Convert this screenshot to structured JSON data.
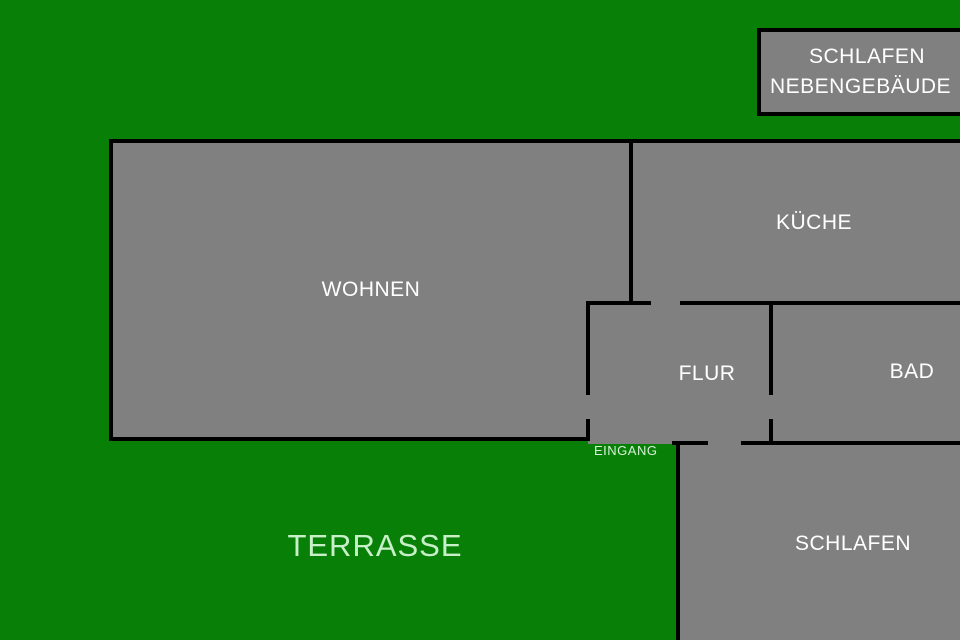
{
  "colors": {
    "lawn": "#088008",
    "room_fill": "#808080",
    "wall": "#000000",
    "room_text": "#ffffff",
    "terrace_text": "#c8f0c8"
  },
  "rooms": {
    "wohnen": "WOHNEN",
    "kueche": "KÜCHE",
    "flur": "FLUR",
    "bad": "BAD",
    "schlafen": "SCHLAFEN"
  },
  "annex": {
    "line1": "SCHLAFEN",
    "line2": "NEBENGEBÄUDE"
  },
  "outdoor": {
    "terrasse": "TERRASSE",
    "eingang": "EINGANG"
  }
}
